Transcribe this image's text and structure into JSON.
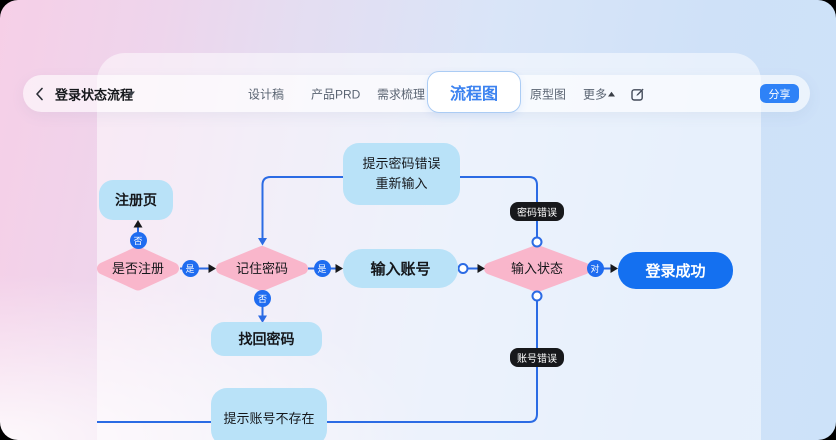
{
  "header": {
    "back": "‹",
    "title": "登录状态流程",
    "tabs": {
      "design": "设计稿",
      "prd": "产品PRD",
      "requirements": "需求梳理",
      "flowchart": "流程图",
      "prototype": "原型图",
      "more": "更多"
    },
    "share": "分享"
  },
  "flow": {
    "nodes": {
      "register": "注册页",
      "is_registered": "是否注册",
      "remember_password": "记住密码",
      "retrieve_password": "找回密码",
      "enter_account": "输入账号",
      "input_status": "输入状态",
      "login_success": "登录成功",
      "hint_password_line1": "提示密码错误",
      "hint_password_line2": "重新输入",
      "hint_account": "提示账号不存在"
    },
    "edge_labels": {
      "no1": "否",
      "yes1": "是",
      "yes2": "是",
      "no2": "否",
      "correct": "对"
    },
    "badges": {
      "password_error": "密码错误",
      "account_error": "账号错误"
    }
  },
  "colors": {
    "accent_blue": "#2e82f7",
    "active_tab_blue": "#3b82f0",
    "node_light_blue": "#b9e2f8",
    "node_pink": "#f9b6cb",
    "node_primary_blue": "#1470f0",
    "connector_blue": "#2b6be4",
    "badge_black": "#17181b"
  }
}
